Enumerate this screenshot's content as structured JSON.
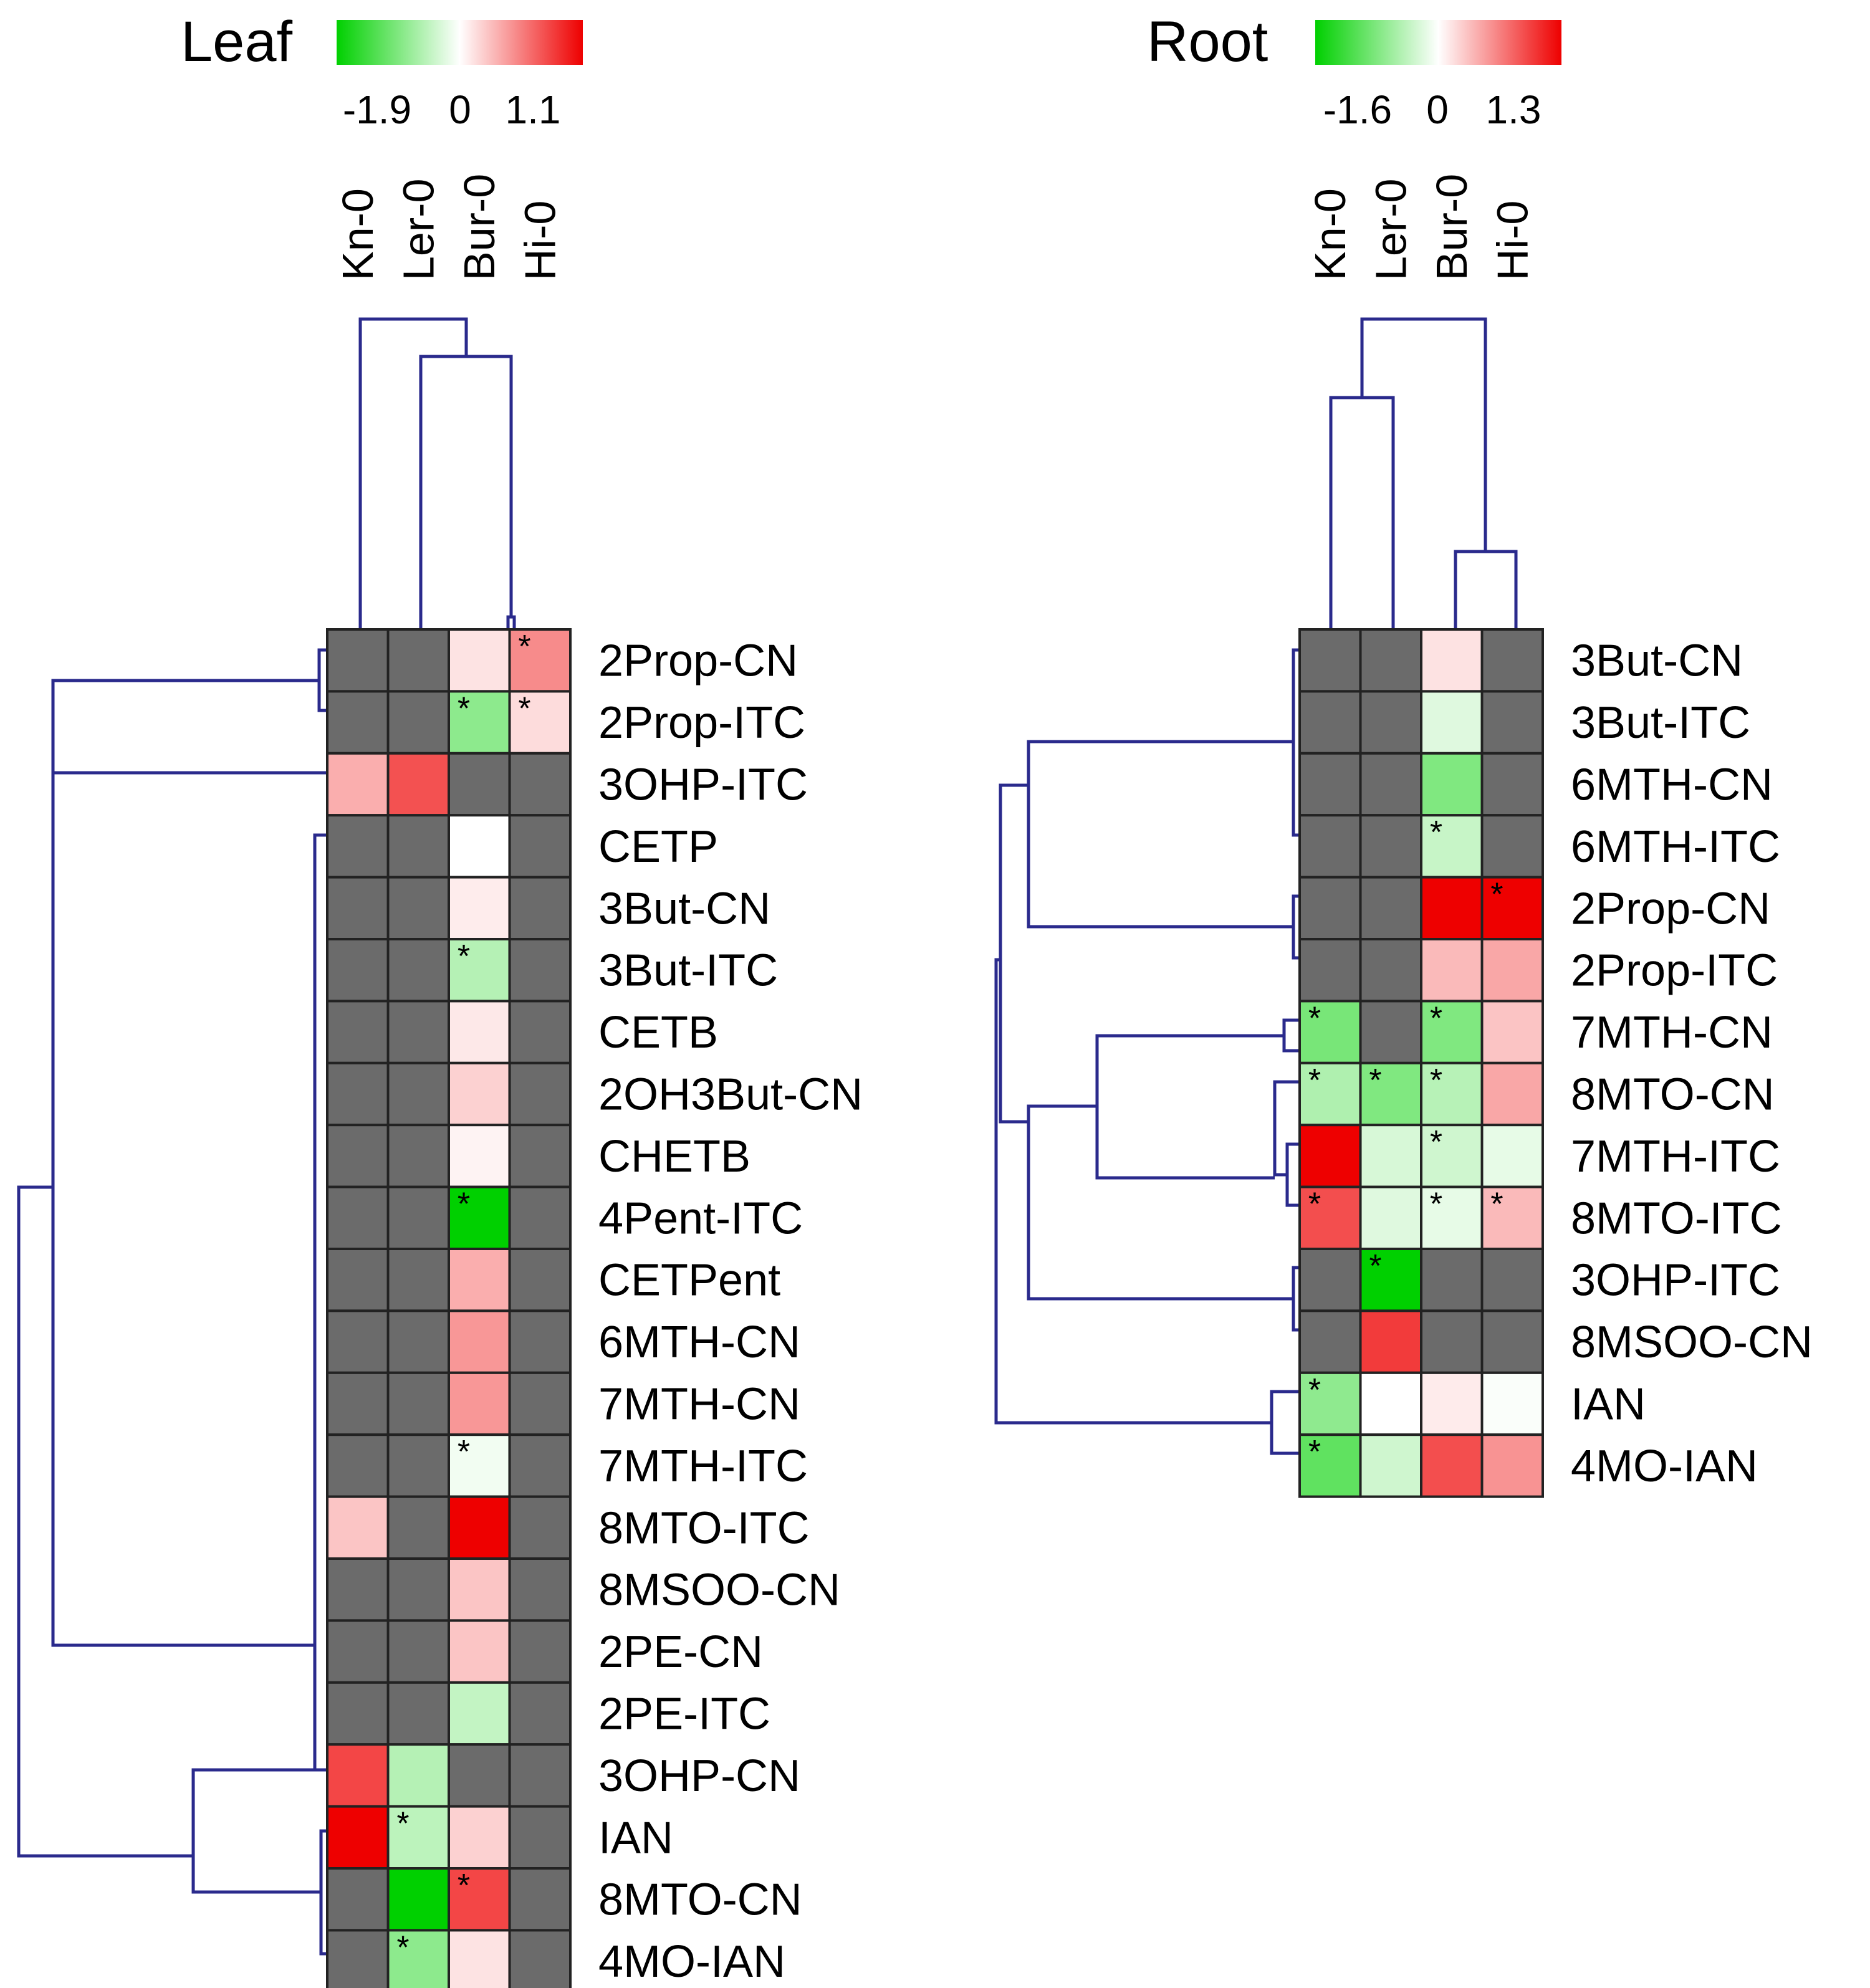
{
  "colors": {
    "low": "#00d000",
    "mid": "#ffffff",
    "high": "#ee0000",
    "missing": "#6b6b6b",
    "grid": "#222222",
    "dendrogram": "#2a2a8c"
  },
  "chart_data": [
    {
      "type": "heatmap",
      "title": "Leaf",
      "scale": {
        "min": -1.9,
        "max": 1.1,
        "labels": [
          "-1.9",
          "0",
          "1.1"
        ]
      },
      "columns": [
        "Kn-0",
        "Ler-0",
        "Bur-0",
        "Hi-0"
      ],
      "rows": [
        "2Prop-CN",
        "2Prop-ITC",
        "3OHP-ITC",
        "CETP",
        "3But-CN",
        "3But-ITC",
        "CETB",
        "2OH3But-CN",
        "CHETB",
        "4Pent-ITC",
        "CETPent",
        "6MTH-CN",
        "7MTH-CN",
        "7MTH-ITC",
        "8MTO-ITC",
        "8MSOO-CN",
        "2PE-CN",
        "2PE-ITC",
        "3OHP-CN",
        "IAN",
        "8MTO-CN",
        "4MO-IAN"
      ],
      "values": [
        [
          null,
          null,
          0.12,
          0.5
        ],
        [
          null,
          null,
          -0.85,
          0.15
        ],
        [
          0.35,
          0.75,
          null,
          null
        ],
        [
          null,
          null,
          0.0,
          null
        ],
        [
          null,
          null,
          0.08,
          null
        ],
        [
          null,
          null,
          -0.55,
          null
        ],
        [
          null,
          null,
          0.1,
          null
        ],
        [
          null,
          null,
          0.2,
          null
        ],
        [
          null,
          null,
          0.05,
          null
        ],
        [
          null,
          null,
          -1.9,
          null
        ],
        [
          null,
          null,
          0.35,
          null
        ],
        [
          null,
          null,
          0.45,
          null
        ],
        [
          null,
          null,
          0.45,
          null
        ],
        [
          null,
          null,
          -0.1,
          null
        ],
        [
          0.25,
          null,
          1.1,
          null
        ],
        [
          null,
          null,
          0.25,
          null
        ],
        [
          null,
          null,
          0.25,
          null
        ],
        [
          null,
          null,
          -0.45,
          null
        ],
        [
          0.8,
          -0.55,
          null,
          null
        ],
        [
          1.1,
          -0.5,
          0.2,
          null
        ],
        [
          null,
          -1.9,
          0.8,
          null
        ],
        [
          null,
          -0.85,
          0.12,
          null
        ]
      ],
      "significant": [
        [
          0,
          3
        ],
        [
          1,
          2
        ],
        [
          1,
          3
        ],
        [
          5,
          2
        ],
        [
          9,
          2
        ],
        [
          13,
          2
        ],
        [
          19,
          1
        ],
        [
          20,
          2
        ],
        [
          21,
          1
        ]
      ]
    },
    {
      "type": "heatmap",
      "title": "Root",
      "scale": {
        "min": -1.6,
        "max": 1.3,
        "labels": [
          "-1.6",
          "0",
          "1.3"
        ]
      },
      "columns": [
        "Kn-0",
        "Ler-0",
        "Bur-0",
        "Hi-0"
      ],
      "rows": [
        "3But-CN",
        "3But-ITC",
        "6MTH-CN",
        "6MTH-ITC",
        "2Prop-CN",
        "2Prop-ITC",
        "7MTH-CN",
        "8MTO-CN",
        "7MTH-ITC",
        "8MTO-ITC",
        "3OHP-ITC",
        "8MSOO-CN",
        "IAN",
        "4MO-IAN"
      ],
      "values": [
        [
          null,
          null,
          0.15,
          null
        ],
        [
          null,
          null,
          -0.2,
          null
        ],
        [
          null,
          null,
          -0.8,
          null
        ],
        [
          null,
          null,
          -0.35,
          null
        ],
        [
          null,
          null,
          1.3,
          1.3
        ],
        [
          null,
          null,
          0.35,
          0.45
        ],
        [
          -0.85,
          null,
          -0.8,
          0.3
        ],
        [
          -0.5,
          -0.8,
          -0.45,
          0.45
        ],
        [
          1.3,
          -0.25,
          -0.3,
          -0.15
        ],
        [
          0.9,
          -0.2,
          -0.15,
          0.35
        ],
        [
          null,
          -1.6,
          null,
          null
        ],
        [
          null,
          1.0,
          null,
          null
        ],
        [
          -0.7,
          0.0,
          0.1,
          -0.03
        ],
        [
          -1.0,
          -0.3,
          0.9,
          0.55
        ]
      ],
      "significant": [
        [
          3,
          2
        ],
        [
          4,
          3
        ],
        [
          6,
          0
        ],
        [
          6,
          2
        ],
        [
          7,
          0
        ],
        [
          7,
          1
        ],
        [
          7,
          2
        ],
        [
          8,
          2
        ],
        [
          9,
          0
        ],
        [
          9,
          2
        ],
        [
          9,
          3
        ],
        [
          10,
          1
        ],
        [
          12,
          0
        ],
        [
          13,
          0
        ]
      ]
    }
  ]
}
